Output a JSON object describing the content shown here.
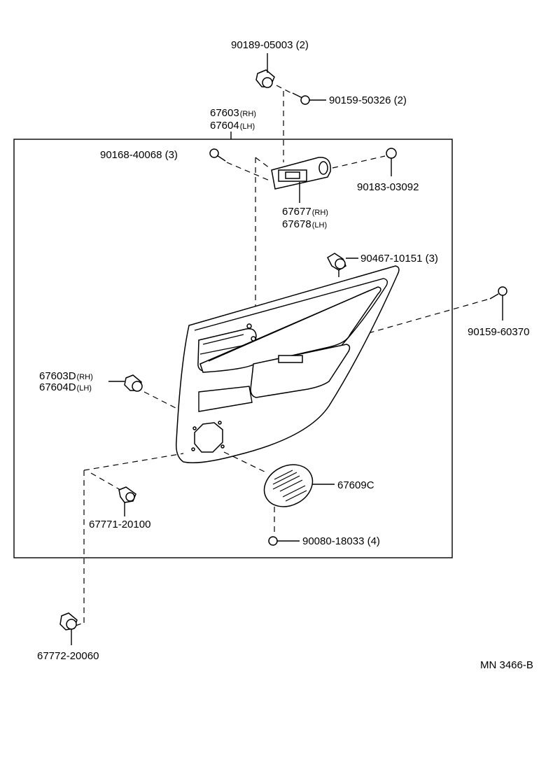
{
  "diagram": {
    "labels": {
      "p90189": "90189-05003 (2)",
      "p90159a": "90159-50326 (2)",
      "p67603": "67603",
      "p67604": "67604",
      "rh": "(RH)",
      "lh": "(LH)",
      "p90168": "90168-40068 (3)",
      "p90183": "90183-03092",
      "p67677": "67677",
      "p67678": "67678",
      "p90467": "90467-10151 (3)",
      "p90159b": "90159-60370",
      "p67603d": "67603D",
      "p67604d": "67604D",
      "p67609c": "67609C",
      "p67771": "67771-20100",
      "p90080": "90080-18033 (4)",
      "p67772": "67772-20060",
      "ref": "MN 3466-B"
    }
  }
}
